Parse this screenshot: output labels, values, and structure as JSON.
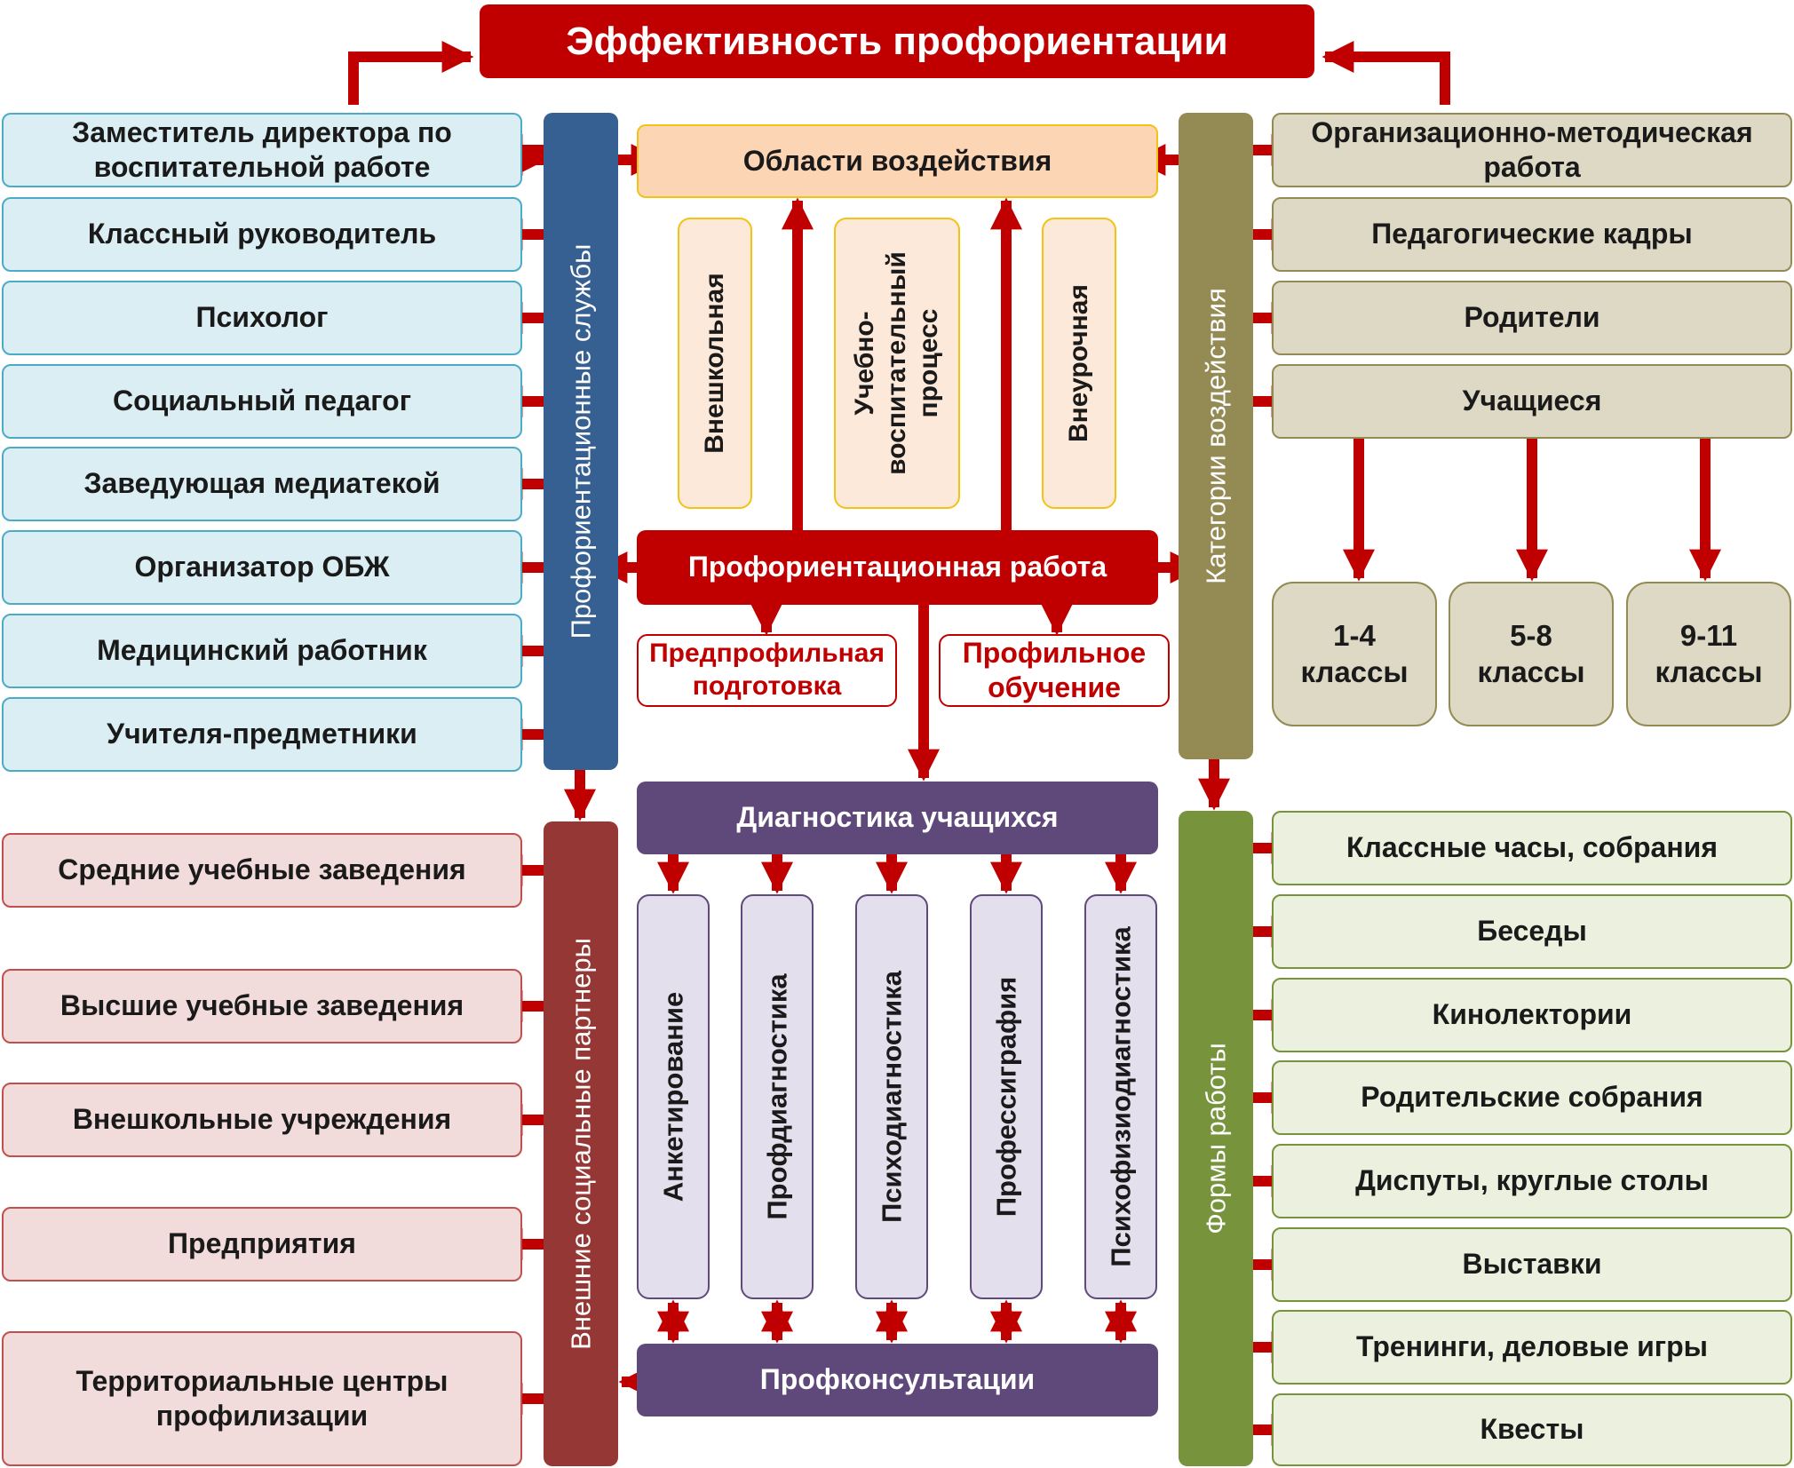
{
  "title": "Эффективность профориентации",
  "prof_services": {
    "label": "Профориентационные службы",
    "items": [
      "Заместитель директора по воспитательной работе",
      "Классный руководитель",
      "Психолог",
      "Социальный педагог",
      "Заведующая медиатекой",
      "Организатор ОБЖ",
      "Медицинский работник",
      "Учителя-предметники"
    ]
  },
  "social_partners": {
    "label": "Внешние социальные партнеры",
    "items": [
      "Средние учебные заведения",
      "Высшие учебные заведения",
      "Внешкольные учреждения",
      "Предприятия",
      "Территориальные центры профилизации"
    ]
  },
  "center": {
    "areas_title": "Области воздействия",
    "areas": [
      "Внешкольная",
      "Учебно-воспитательный процесс",
      "Внеурочная"
    ],
    "work_title": "Профориентационная работа",
    "preprofile": "Предпрофильная подготовка",
    "profile": "Профильное обучение",
    "diagnostics_title": "Диагностика учащихся",
    "diagnostics": [
      "Анкетирование",
      "Профдиагностика",
      "Психодиагностика",
      "Профессиграфия",
      "Психофизиодиагностика"
    ],
    "consultations": "Профконсультации"
  },
  "categories": {
    "label": "Категории воздействия",
    "items": [
      "Организационно-методическая работа",
      "Педагогические кадры",
      "Родители",
      "Учащиеся"
    ],
    "grades": [
      "1-4 классы",
      "5-8 классы",
      "9-11 классы"
    ]
  },
  "forms": {
    "label": "Формы работы",
    "items": [
      "Классные часы, собрания",
      "Беседы",
      "Кинолектории",
      "Родительские собрания",
      "Диспуты, круглые столы",
      "Выставки",
      "Тренинги, деловые игры",
      "Квесты"
    ]
  },
  "colors": {
    "red": "#c00000",
    "blue_bar": "#366092",
    "brown_bar": "#953735",
    "olive_bar": "#948a54",
    "green_bar": "#77933c",
    "purple": "#5f497a"
  }
}
